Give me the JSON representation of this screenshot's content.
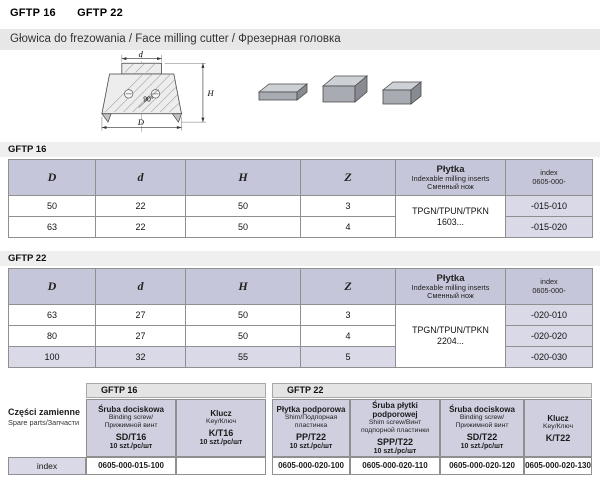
{
  "header": {
    "model1": "GFTP 16",
    "model2": "GFTP 22",
    "title": "Głowica do frezowania / Face milling cutter / Фрезерная головка"
  },
  "drawing": {
    "dim_d": "d",
    "dim_D": "D",
    "dim_H": "H",
    "angle": "90°"
  },
  "colors": {
    "table_header_purple": "#c6c6da",
    "index_cell_purple": "#d9d9e7",
    "spare_cell_purple": "#cfcfe0",
    "bar_gray": "#e7e7e7"
  },
  "table16": {
    "label": "GFTP 16",
    "col_D": "D",
    "col_d": "d",
    "col_H": "H",
    "col_Z": "Z",
    "insert_title": "Płytka",
    "insert_sub1": "Indexable milling inserts",
    "insert_sub2": "Сменный нож",
    "index_line1": "index",
    "index_line2": "0605-000-",
    "insert_line1": "TPGN/TPUN/TPKN",
    "insert_line2": "1603...",
    "rows": [
      {
        "D": "50",
        "d": "22",
        "H": "50",
        "Z": "3",
        "index": "-015-010"
      },
      {
        "D": "63",
        "d": "22",
        "H": "50",
        "Z": "4",
        "index": "-015-020"
      }
    ]
  },
  "table22": {
    "label": "GFTP 22",
    "col_D": "D",
    "col_d": "d",
    "col_H": "H",
    "col_Z": "Z",
    "insert_title": "Płytka",
    "insert_sub1": "Indexable milling inserts",
    "insert_sub2": "Сменный нож",
    "index_line1": "index",
    "index_line2": "0605-000-",
    "insert_line1": "TPGN/TPUN/TPKN",
    "insert_line2": "2204...",
    "rows": [
      {
        "D": "63",
        "d": "27",
        "H": "50",
        "Z": "3",
        "index": "-020-010"
      },
      {
        "D": "80",
        "d": "27",
        "H": "50",
        "Z": "4",
        "index": "-020-020"
      },
      {
        "D": "100",
        "d": "32",
        "H": "55",
        "Z": "5",
        "index": "-020-030"
      }
    ]
  },
  "spares": {
    "left_title": "Części zamienne",
    "left_sub": "Spare parts/Запчасти",
    "group16": "GFTP 16",
    "group22": "GFTP 22",
    "index_label": "index",
    "parts": [
      {
        "name": "Śruba dociskowa",
        "sub1": "Binding screw/",
        "sub2": "Прижимной винт",
        "code": "SD/T16",
        "qty": "10 szt./pc/шт",
        "index": "0605-000-015-100"
      },
      {
        "name": "Klucz",
        "sub1": "Key/Ключ",
        "sub2": "",
        "code": "K/T16",
        "qty": "10 szt./pc/шт",
        "index": ""
      },
      {
        "name": "Płytka podporowa",
        "sub1": "Shim/Подпорная",
        "sub2": "пластинка",
        "code": "PP/T22",
        "qty": "10 szt./pc/шт",
        "index": "0605-000-020-100"
      },
      {
        "name": "Śruba płytki podporowej",
        "sub1": "Shim screw/Винт",
        "sub2": "подпорной пластинки",
        "code": "SPP/T22",
        "qty": "10 szt./pc/шт",
        "index": "0605-000-020-110"
      },
      {
        "name": "Śruba dociskowa",
        "sub1": "Binding screw/",
        "sub2": "Прижимной винт",
        "code": "SD/T22",
        "qty": "10 szt./pc/шт",
        "index": "0605-000-020-120"
      },
      {
        "name": "Klucz",
        "sub1": "Key/Ключ",
        "sub2": "",
        "code": "K/T22",
        "qty": "",
        "index": "0605-000-020-130"
      }
    ]
  }
}
